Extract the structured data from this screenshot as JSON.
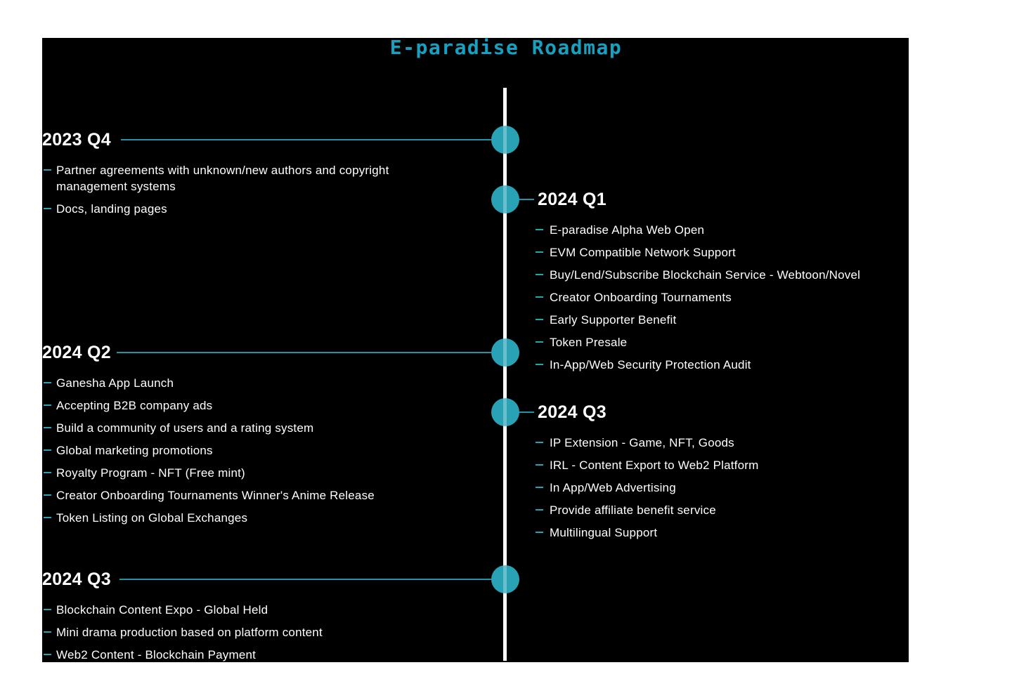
{
  "title": "E-paradise Roadmap",
  "colors": {
    "background": "#000000",
    "accent_teal": "#2AA2B5",
    "title_teal": "#17A0C0",
    "line_white": "#FFFFFF",
    "text": "#FFFFFF"
  },
  "sections": [
    {
      "title": "2023 Q4",
      "side": "left",
      "items": [
        "Partner agreements with unknown/new authors and copyright management systems",
        "Docs, landing pages"
      ]
    },
    {
      "title": "2024 Q1",
      "side": "right",
      "items": [
        "E-paradise Alpha Web Open",
        "EVM Compatible Network Support",
        "Buy/Lend/Subscribe Blockchain Service - Webtoon/Novel",
        "Creator Onboarding Tournaments",
        "Early Supporter Benefit",
        "Token Presale",
        "In-App/Web Security Protection Audit"
      ]
    },
    {
      "title": "2024 Q2",
      "side": "left",
      "items": [
        "Ganesha App Launch",
        "Accepting B2B company ads",
        "Build a community of users and a rating system",
        "Global marketing promotions",
        "Royalty Program - NFT (Free mint)",
        "Creator Onboarding Tournaments Winner's Anime Release",
        "Token Listing on Global Exchanges"
      ]
    },
    {
      "title": "2024 Q3",
      "side": "right",
      "items": [
        "IP Extension - Game, NFT, Goods",
        "IRL - Content Export to Web2 Platform",
        "In App/Web Advertising",
        "Provide affiliate benefit service",
        "Multilingual Support"
      ]
    },
    {
      "title": "2024 Q3",
      "side": "left",
      "items": [
        "Blockchain Content Expo - Global Held",
        "Mini drama production based on platform content",
        "Web2 Content - Blockchain Payment"
      ]
    }
  ]
}
